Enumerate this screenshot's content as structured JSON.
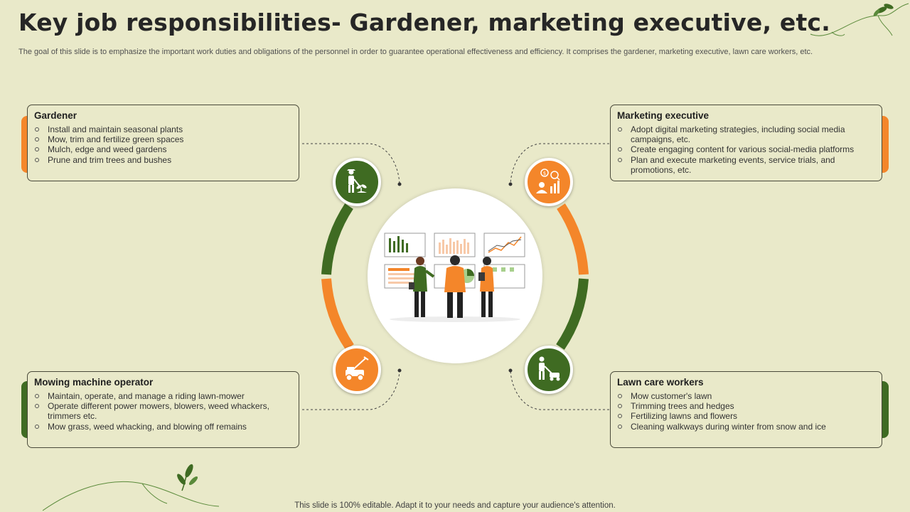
{
  "title": "Key job responsibilities- Gardener, marketing executive, etc.",
  "subtitle": "The goal of this slide is to emphasize the important work duties and obligations of the personnel in order to guarantee operational effectiveness and efficiency. It comprises the gardener, marketing executive, lawn care workers, etc.",
  "footer": "This slide is 100% editable. Adapt it to your needs and capture your audience's attention.",
  "colors": {
    "green": "#3f6b22",
    "orange": "#f4862a",
    "background": "#e9e9c9"
  },
  "cards": [
    {
      "title": "Gardener",
      "icon": "gardener-icon",
      "items": [
        "Install and maintain seasonal plants",
        "Mow, trim and fertilize green spaces",
        "Mulch,  edge and weed gardens",
        "Prune and trim trees and bushes"
      ]
    },
    {
      "title": "Marketing executive",
      "icon": "marketing-icon",
      "items": [
        "Adopt digital marketing strategies, including social media campaigns, etc.",
        "Create engaging content for various social-media platforms",
        "Plan and execute marketing events, service trials, and promotions, etc."
      ]
    },
    {
      "title": "Mowing machine operator",
      "icon": "lawn-mower-icon",
      "items": [
        "Maintain, operate, and manage a riding lawn-mower",
        "Operate different power mowers, blowers, weed whackers, trimmers etc.",
        "Mow grass, weed whacking, and blowing off remains"
      ]
    },
    {
      "title": "Lawn care workers",
      "icon": "lawn-worker-icon",
      "items": [
        "Mow customer's lawn",
        "Trimming trees and hedges",
        "Fertilizing lawns and flowers",
        "Cleaning walkways during winter from snow and ice"
      ]
    }
  ]
}
